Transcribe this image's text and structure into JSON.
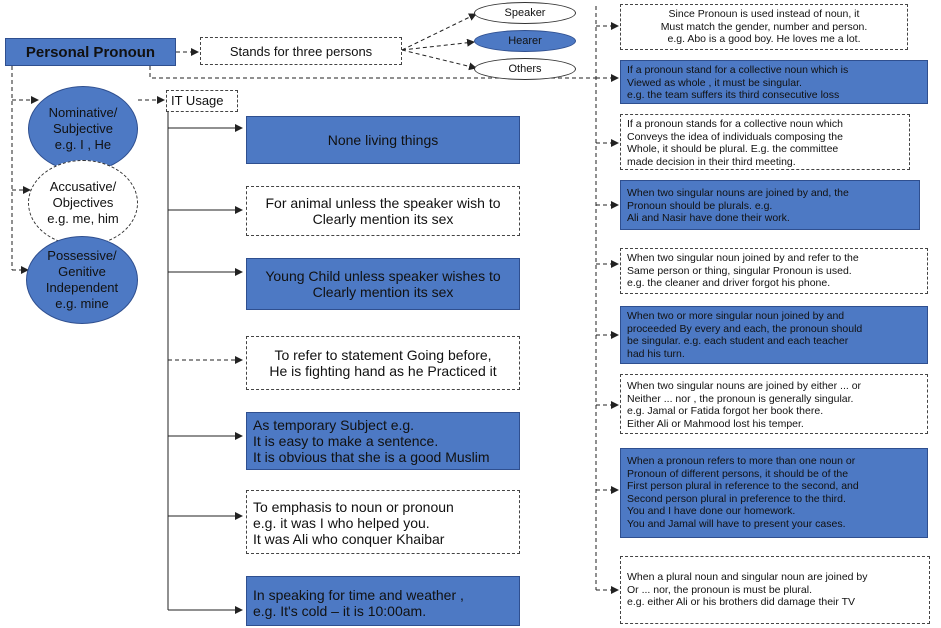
{
  "title": "Personal Pronoun",
  "stands_for": "Stands for three persons",
  "persons": [
    "Speaker",
    "Hearer",
    "Others"
  ],
  "cases": [
    {
      "lines": [
        "Nominative/",
        "Subjective",
        "e.g. I , He"
      ],
      "style": "blue"
    },
    {
      "lines": [
        "Accusative/",
        "Objectives",
        "e.g. me, him"
      ],
      "style": "white"
    },
    {
      "lines": [
        "Possessive/",
        "Genitive",
        "Independent",
        "e.g. mine"
      ],
      "style": "blue"
    }
  ],
  "it_usage": "IT Usage",
  "usages": [
    {
      "lines": [
        "None living things"
      ],
      "style": "blue",
      "align": "center"
    },
    {
      "lines": [
        "For animal unless the speaker wish to",
        "Clearly mention its sex"
      ],
      "style": "white",
      "align": "center"
    },
    {
      "lines": [
        "Young Child  unless speaker wishes to",
        "Clearly mention its sex"
      ],
      "style": "blue",
      "align": "center"
    },
    {
      "lines": [
        "To refer to statement Going before,",
        "He is fighting hand as he Practiced it"
      ],
      "style": "white",
      "align": "center"
    },
    {
      "lines": [
        "As temporary  Subject e.g.",
        "It is easy to make a sentence.",
        "It is obvious that she is a good Muslim"
      ],
      "style": "blue",
      "align": "left"
    },
    {
      "lines": [
        "To emphasis to noun or pronoun",
        "e.g. it was I who helped you.",
        "It was Ali who conquer Khaibar"
      ],
      "style": "white",
      "align": "left"
    },
    {
      "lines": [
        "In speaking for time and weather ,",
        "e.g. It's cold  – it is 10:00am."
      ],
      "style": "blue",
      "align": "left"
    }
  ],
  "rules": [
    {
      "lines": [
        "Since Pronoun is used instead of noun, it",
        "Must match the gender, number and person.",
        "e.g. Abo is a good boy. He loves me a lot."
      ],
      "style": "white",
      "align": "center"
    },
    {
      "lines": [
        "If a pronoun stand for a collective noun which is",
        "Viewed as whole , it must be singular.",
        "e.g. the team suffers its third consecutive loss"
      ],
      "style": "blue",
      "align": "left"
    },
    {
      "lines": [
        "If a pronoun stands for a collective noun which",
        "Conveys the idea of individuals composing the",
        "Whole, it should be plural. E.g. the committee",
        "made decision in their third meeting."
      ],
      "style": "white",
      "align": "left"
    },
    {
      "lines": [
        "When two singular nouns are joined by and, the",
        "Pronoun should be plurals. e.g.",
        " Ali and Nasir have done their work."
      ],
      "style": "blue",
      "align": "left"
    },
    {
      "lines": [
        "When two singular noun joined by and refer to the",
        "Same person or thing, singular Pronoun is used.",
        "e.g. the cleaner and driver forgot his phone."
      ],
      "style": "white",
      "align": "left"
    },
    {
      "lines": [
        "When two or more singular noun joined by and",
        " proceeded By every and each, the pronoun should",
        "be singular. e.g. each student and each teacher",
        "had his turn."
      ],
      "style": "blue",
      "align": "left"
    },
    {
      "lines": [
        "When two singular nouns are joined by either ... or",
        "Neither ... nor , the pronoun is generally singular.",
        "e.g. Jamal or Fatida forgot her book there.",
        "Either Ali or Mahmood lost his temper."
      ],
      "style": "white",
      "align": "left"
    },
    {
      "lines": [
        "When a pronoun refers to more than one noun or",
        "Pronoun of different persons, it should be of the",
        "First person plural in reference to the second, and",
        "Second person plural in preference to the third.",
        "You and I have done our homework.",
        "You and Jamal will have to present your cases."
      ],
      "style": "blue",
      "align": "left"
    },
    {
      "lines": [
        "When a plural noun and singular noun are joined by",
        "Or ... nor, the pronoun is must be plural.",
        "e.g. either Ali or his brothers did damage their TV"
      ],
      "style": "white",
      "align": "left"
    }
  ]
}
